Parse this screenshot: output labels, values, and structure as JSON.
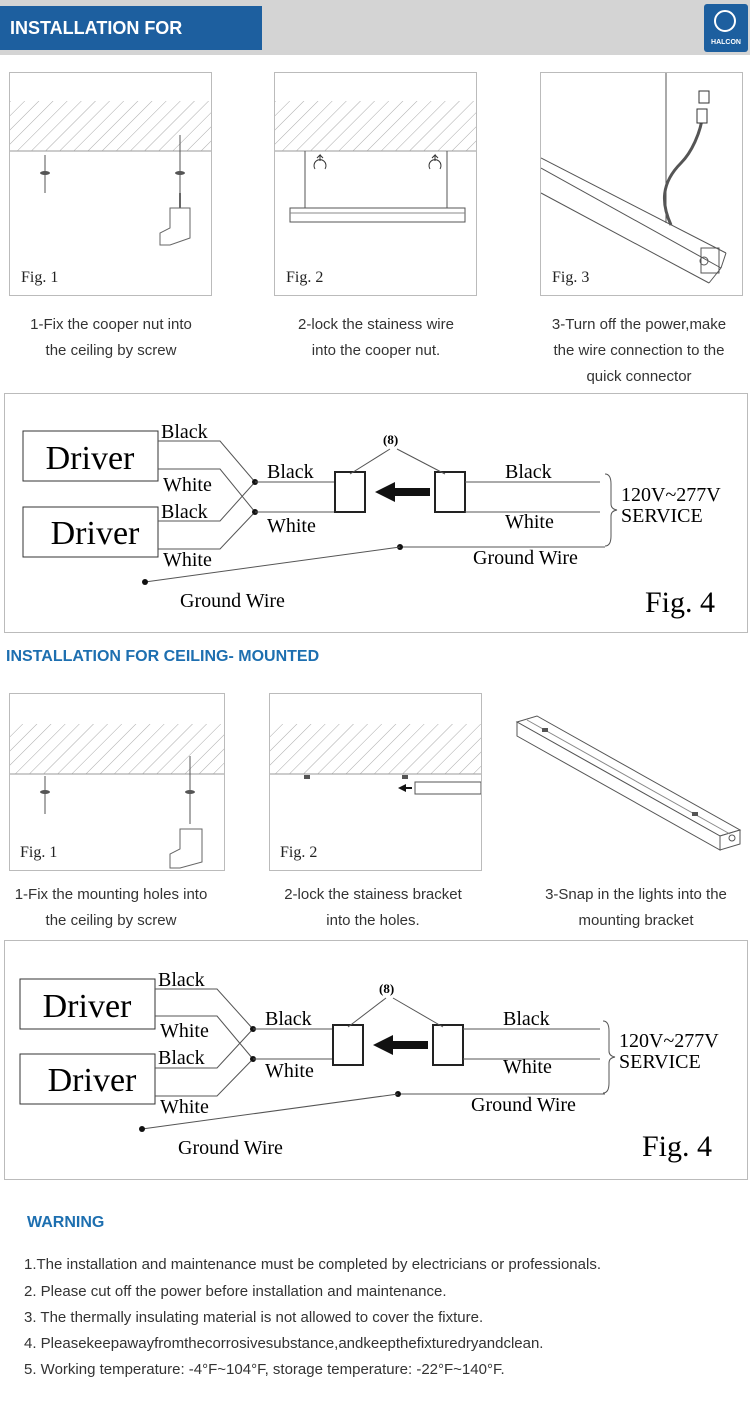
{
  "header": {
    "title": "INSTALLATION FOR HANGING",
    "logo_text": "HALCON"
  },
  "hanging": {
    "figs": [
      {
        "label": "Fig. 1",
        "caption_lines": [
          "1-Fix the cooper nut into",
          "the ceiling by screw"
        ]
      },
      {
        "label": "Fig. 2",
        "caption_lines": [
          "2-lock the stainess wire",
          "into the cooper nut."
        ]
      },
      {
        "label": "Fig. 3",
        "caption_lines": [
          "3-Turn off the power,make",
          "the wire connection to the",
          "quick connector"
        ]
      }
    ]
  },
  "wiring": {
    "driver": "Driver",
    "black": "Black",
    "white": "White",
    "ground_wire": "Ground Wire",
    "count": "(8)",
    "voltage": "120V~277V",
    "service": "SERVICE",
    "fig": "Fig. 4"
  },
  "ceiling": {
    "title": "INSTALLATION FOR CEILING- MOUNTED",
    "figs": [
      {
        "label": "Fig. 1",
        "caption_lines": [
          "1-Fix the mounting holes into",
          "the ceiling by screw"
        ]
      },
      {
        "label": "Fig. 2",
        "caption_lines": [
          "2-lock the stainess bracket",
          "into the holes."
        ]
      },
      {
        "caption_lines": [
          "3-Snap in the lights into the",
          "mounting bracket"
        ]
      }
    ]
  },
  "warning": {
    "title": "WARNING",
    "items": [
      "1.The installation and maintenance must be completed by electricians or professionals.",
      "2. Please cut off the power before installation and maintenance.",
      "3. The thermally insulating material is not allowed to cover the fixture.",
      "4. Pleasekeepawayfromthecorrosivesubstance,andkeepthefixturedryandclean.",
      "5. Working temperature: -4°F~104°F, storage temperature: -22°F~140°F."
    ]
  },
  "colors": {
    "accent": "#1d5f9f",
    "section_text": "#1d6fb0",
    "header_gray": "#d4d4d4"
  }
}
